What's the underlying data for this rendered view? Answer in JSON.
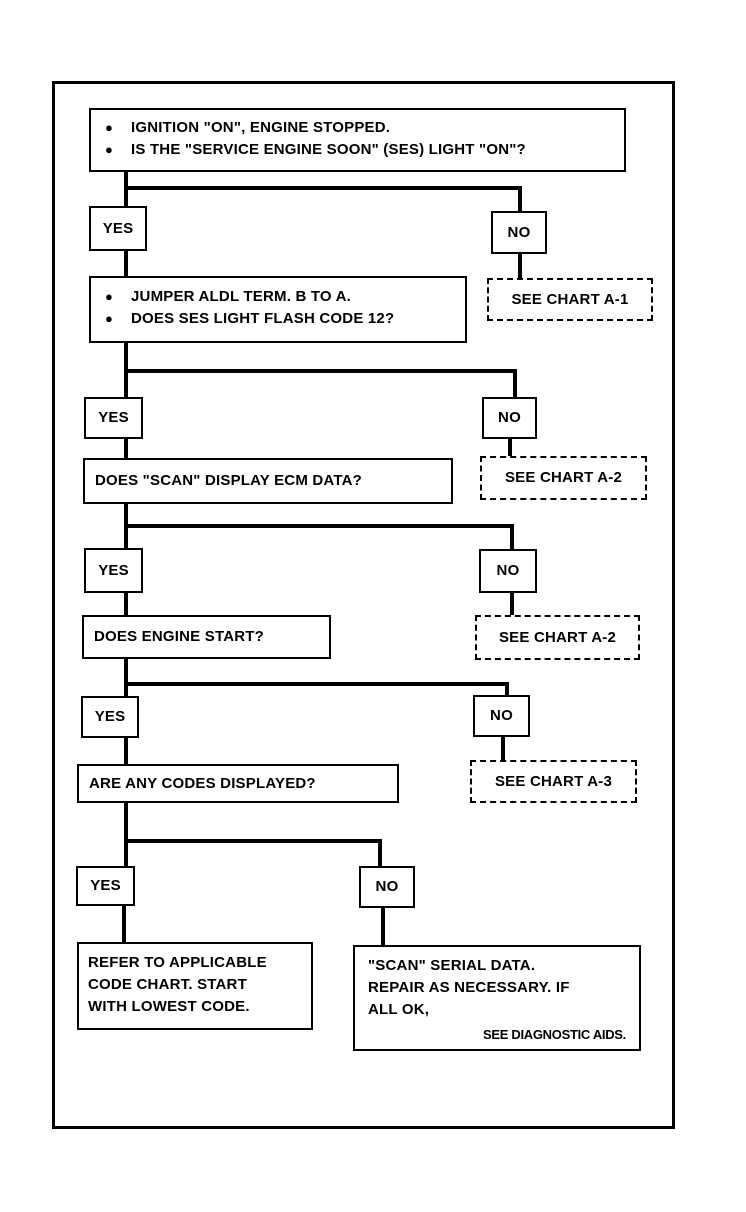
{
  "q1": {
    "bullets": [
      "IGNITION \"ON\", ENGINE STOPPED.",
      "IS THE \"SERVICE ENGINE SOON\" (SES) LIGHT \"ON\"?"
    ],
    "yes": "YES",
    "no": "NO",
    "no_ref": "SEE CHART A-1"
  },
  "q2": {
    "bullets": [
      "JUMPER ALDL TERM. B TO A.",
      "DOES SES LIGHT FLASH CODE 12?"
    ],
    "yes": "YES",
    "no": "NO",
    "no_ref": "SEE CHART A-2"
  },
  "q3": {
    "text": "DOES \"SCAN\" DISPLAY ECM DATA?",
    "yes": "YES",
    "no": "NO",
    "no_ref": "SEE CHART A-2"
  },
  "q4": {
    "text": "DOES ENGINE START?",
    "yes": "YES",
    "no": "NO",
    "no_ref": "SEE CHART A-3"
  },
  "q5": {
    "text": "ARE ANY CODES DISPLAYED?",
    "yes": "YES",
    "no": "NO"
  },
  "yes_result": {
    "lines": [
      "REFER TO APPLICABLE",
      "CODE CHART.  START",
      "WITH LOWEST CODE."
    ]
  },
  "no_result": {
    "lines": [
      "\"SCAN\" SERIAL DATA.",
      "REPAIR AS NECESSARY.  IF",
      "ALL OK,"
    ],
    "ref": "SEE DIAGNOSTIC AIDS."
  }
}
